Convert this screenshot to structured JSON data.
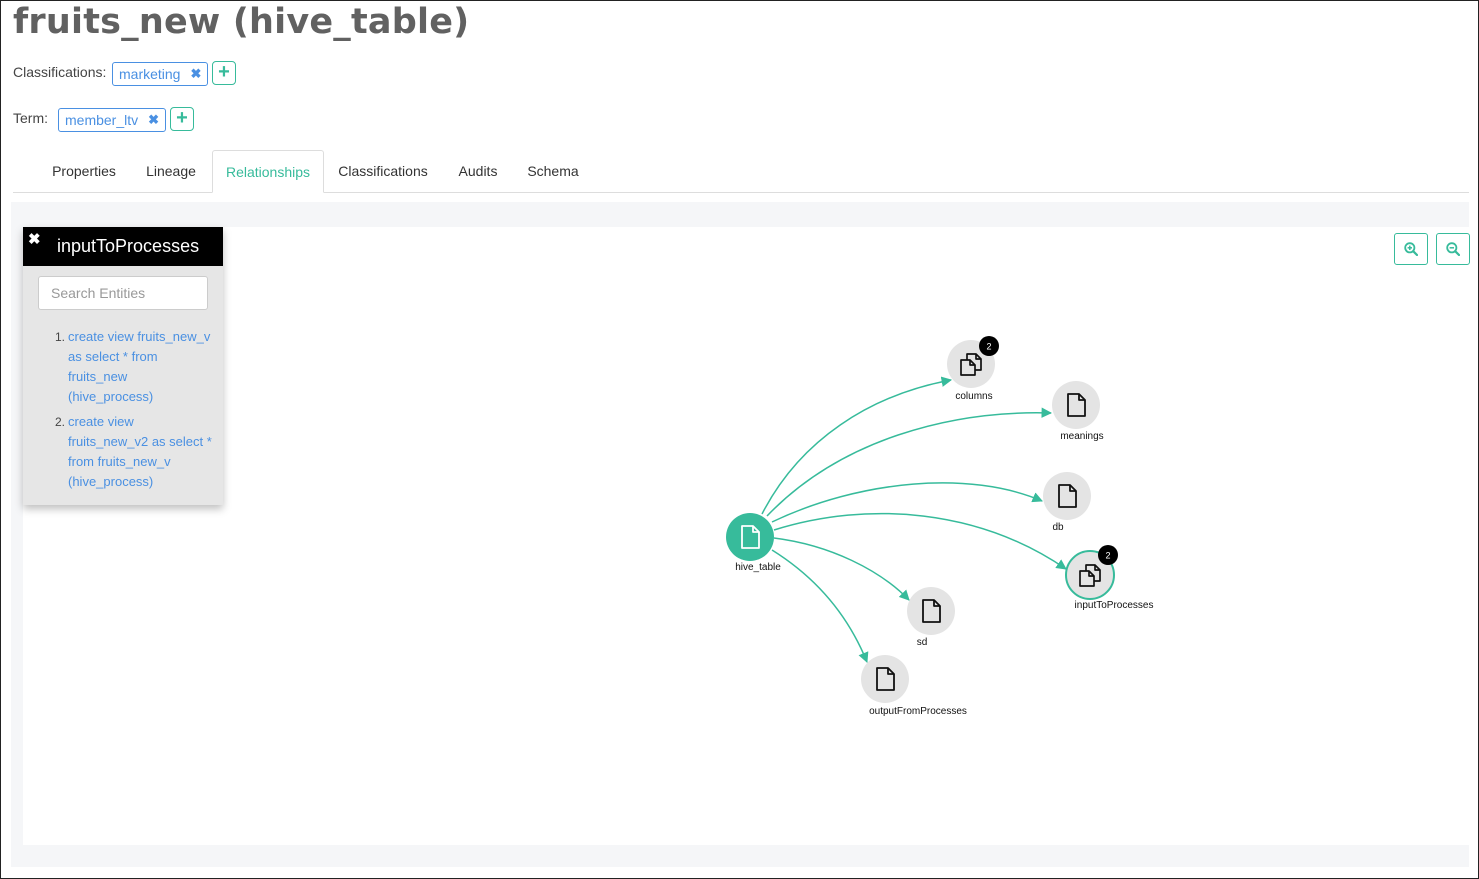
{
  "page": {
    "title": "fruits_new (hive_table)"
  },
  "classifications": {
    "label": "Classifications:",
    "tag": "marketing"
  },
  "term": {
    "label": "Term:",
    "tag": "member_ltv"
  },
  "tabs": [
    {
      "label": "Properties"
    },
    {
      "label": "Lineage"
    },
    {
      "label": "Relationships",
      "active": true
    },
    {
      "label": "Classifications"
    },
    {
      "label": "Audits"
    },
    {
      "label": "Schema"
    }
  ],
  "side_panel": {
    "title": "inputToProcesses",
    "search_placeholder": "Search Entities",
    "items": [
      {
        "num": "1.",
        "label": "create view fruits_new_v as select * from fruits_new (hive_process)"
      },
      {
        "num": "2.",
        "label": "create view fruits_new_v2 as select * from fruits_new_v (hive_process)"
      }
    ]
  },
  "graph": {
    "center": {
      "label": "hive_table",
      "icon": "file-icon"
    },
    "nodes": [
      {
        "label": "columns",
        "icon": "files-icon",
        "count": "2"
      },
      {
        "label": "meanings",
        "icon": "file-icon"
      },
      {
        "label": "db",
        "icon": "file-icon"
      },
      {
        "label": "inputToProcesses",
        "icon": "files-icon",
        "count": "2",
        "selected": true
      },
      {
        "label": "sd",
        "icon": "file-icon"
      },
      {
        "label": "outputFromProcesses",
        "icon": "file-icon"
      }
    ],
    "colors": {
      "accent": "#37bb9b",
      "node_fill": "#e4e4e4",
      "badge": "#000000"
    }
  },
  "zoom": {
    "in_icon": "zoom-in-icon",
    "out_icon": "zoom-out-icon"
  }
}
